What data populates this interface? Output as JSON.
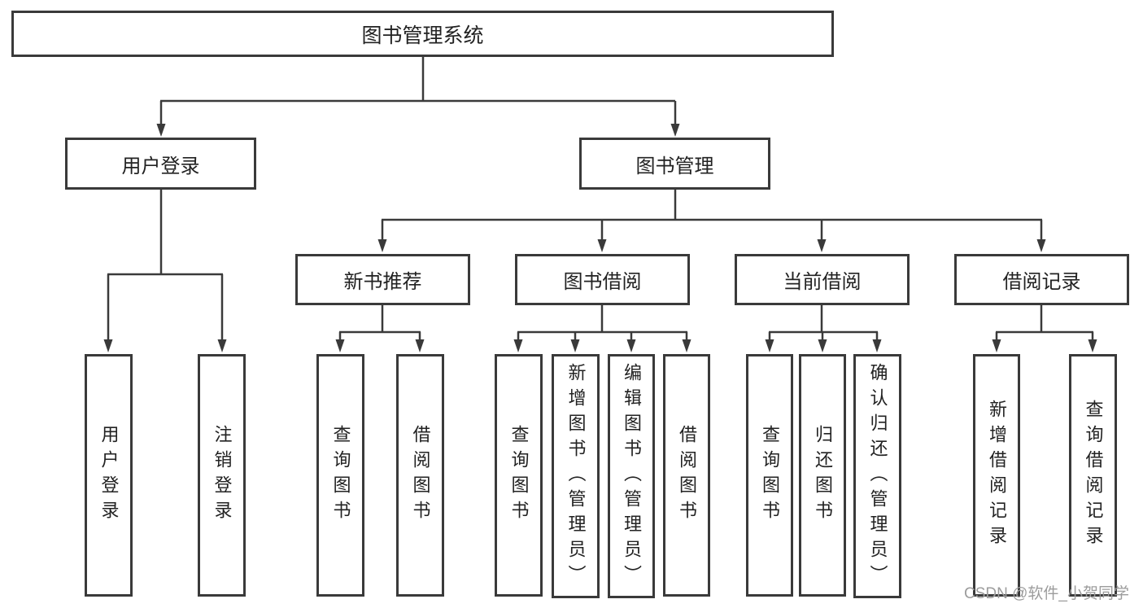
{
  "diagram": {
    "root": "图书管理系统",
    "branches": [
      {
        "label": "用户登录",
        "children": [
          "用户登录",
          "注销登录"
        ]
      },
      {
        "label": "图书管理",
        "sections": [
          {
            "label": "新书推荐",
            "children": [
              "查询图书",
              "借阅图书"
            ]
          },
          {
            "label": "图书借阅",
            "children": [
              "查询图书",
              "新增图书（管理员）",
              "编辑图书（管理员）",
              "借阅图书"
            ]
          },
          {
            "label": "当前借阅",
            "children": [
              "查询图书",
              "归还图书",
              "确认归还（管理员）"
            ]
          },
          {
            "label": "借阅记录",
            "children": [
              "新增借阅记录",
              "查询借阅记录"
            ]
          }
        ]
      }
    ]
  },
  "watermark": {
    "text": "CSDN @软件_小贺同学"
  },
  "colors": {
    "line": "#3a3a3a",
    "box_background": "#ffffff",
    "text": "#222222",
    "watermark": "#9c9c9c"
  }
}
